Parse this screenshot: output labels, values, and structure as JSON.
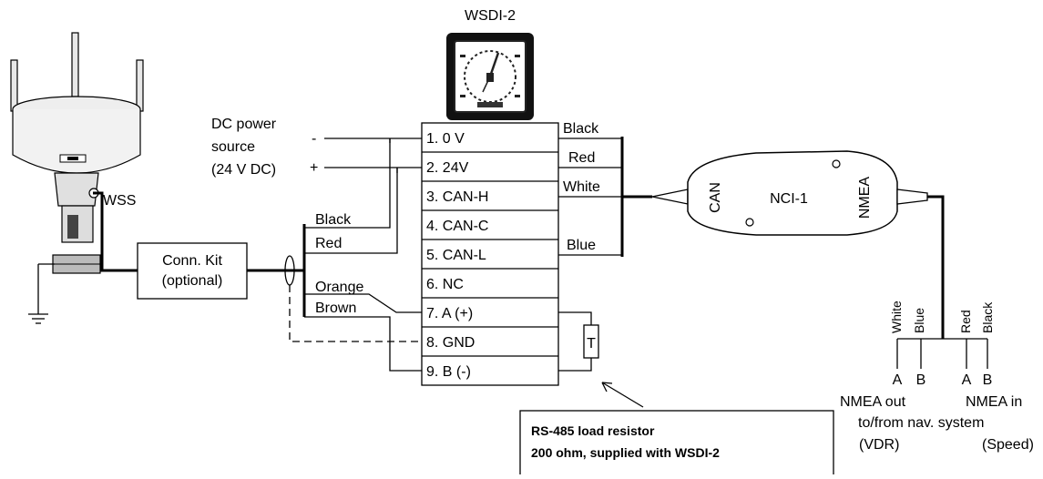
{
  "title": "WSDI-2",
  "sensor_label": "WSS",
  "conn_kit": {
    "line1": "Conn. Kit",
    "line2": "(optional)"
  },
  "power": {
    "line1": "DC power",
    "line2": "source",
    "line3": "(24 V DC)",
    "minus": "-",
    "plus": "+"
  },
  "terminals": [
    "1. 0 V",
    "2. 24V",
    "3. CAN-H",
    "4. CAN-C",
    "5. CAN-L",
    "6. NC",
    "7. A (+)",
    "8. GND",
    "9. B (-)"
  ],
  "left_wires": {
    "black": "Black",
    "red": "Red",
    "orange": "Orange",
    "brown": "Brown"
  },
  "right_wires": {
    "black": "Black",
    "red": "Red",
    "white": "White",
    "blue": "Blue"
  },
  "resistor_symbol": "T",
  "nci": {
    "can": "CAN",
    "name": "NCI-1",
    "nmea": "NMEA"
  },
  "nmea_wires": {
    "white": "White",
    "blue": "Blue",
    "red": "Red",
    "black": "Black"
  },
  "nmea_pins": {
    "out_a": "A",
    "out_b": "B",
    "in_a": "A",
    "in_b": "B"
  },
  "nmea_labels": {
    "out": "NMEA out",
    "in": "NMEA in",
    "system": "to/from nav. system",
    "vdr": "(VDR)",
    "speed": "(Speed)"
  },
  "note": {
    "line1": "RS-485 load resistor",
    "line2": "200 ohm, supplied with WSDI-2"
  }
}
